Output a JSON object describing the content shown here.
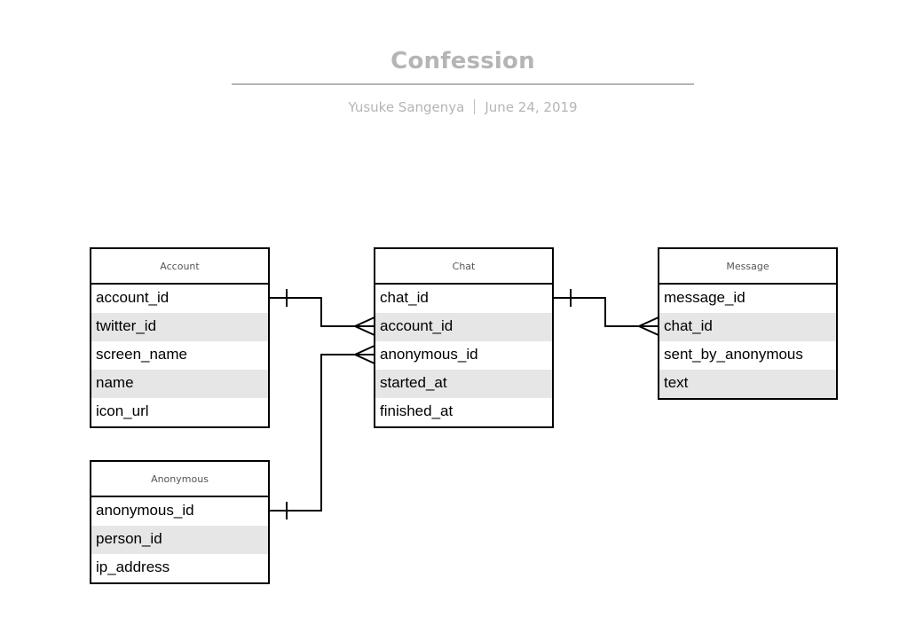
{
  "header": {
    "title": "Confession",
    "author": "Yusuke Sangenya",
    "date": "June 24, 2019"
  },
  "entities": {
    "account": {
      "name": "Account",
      "fields": [
        "account_id",
        "twitter_id",
        "screen_name",
        "name",
        "icon_url"
      ]
    },
    "chat": {
      "name": "Chat",
      "fields": [
        "chat_id",
        "account_id",
        "anonymous_id",
        "started_at",
        "finished_at"
      ]
    },
    "message": {
      "name": "Message",
      "fields": [
        "message_id",
        "chat_id",
        "sent_by_anonymous",
        "text"
      ]
    },
    "anonymous": {
      "name": "Anonymous",
      "fields": [
        "anonymous_id",
        "person_id",
        "ip_address"
      ]
    }
  },
  "relationships": [
    {
      "from": "account.account_id",
      "to": "chat.account_id",
      "from_cardinality": "one",
      "to_cardinality": "many"
    },
    {
      "from": "anonymous.anonymous_id",
      "to": "chat.anonymous_id",
      "from_cardinality": "one",
      "to_cardinality": "many"
    },
    {
      "from": "chat.chat_id",
      "to": "message.chat_id",
      "from_cardinality": "one",
      "to_cardinality": "many"
    }
  ]
}
